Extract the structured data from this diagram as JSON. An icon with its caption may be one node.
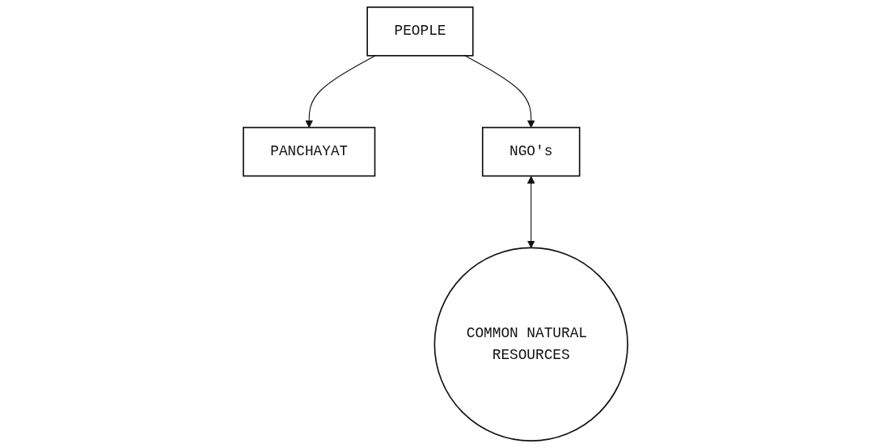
{
  "diagram": {
    "nodes": [
      {
        "text": [
          "PEOPLE"
        ]
      },
      {
        "text": [
          "PANCHAYAT"
        ]
      },
      {
        "text": [
          "NGO's"
        ]
      },
      {
        "text": [
          "COMMON NATURAL RESOURCES"
        ]
      }
    ],
    "edges": [
      {
        "from": 0,
        "to": 1,
        "arrow": "to"
      },
      {
        "from": 0,
        "to": 2,
        "arrow": "to"
      },
      {
        "from": 2,
        "to": 3,
        "arrow": "both"
      }
    ]
  }
}
